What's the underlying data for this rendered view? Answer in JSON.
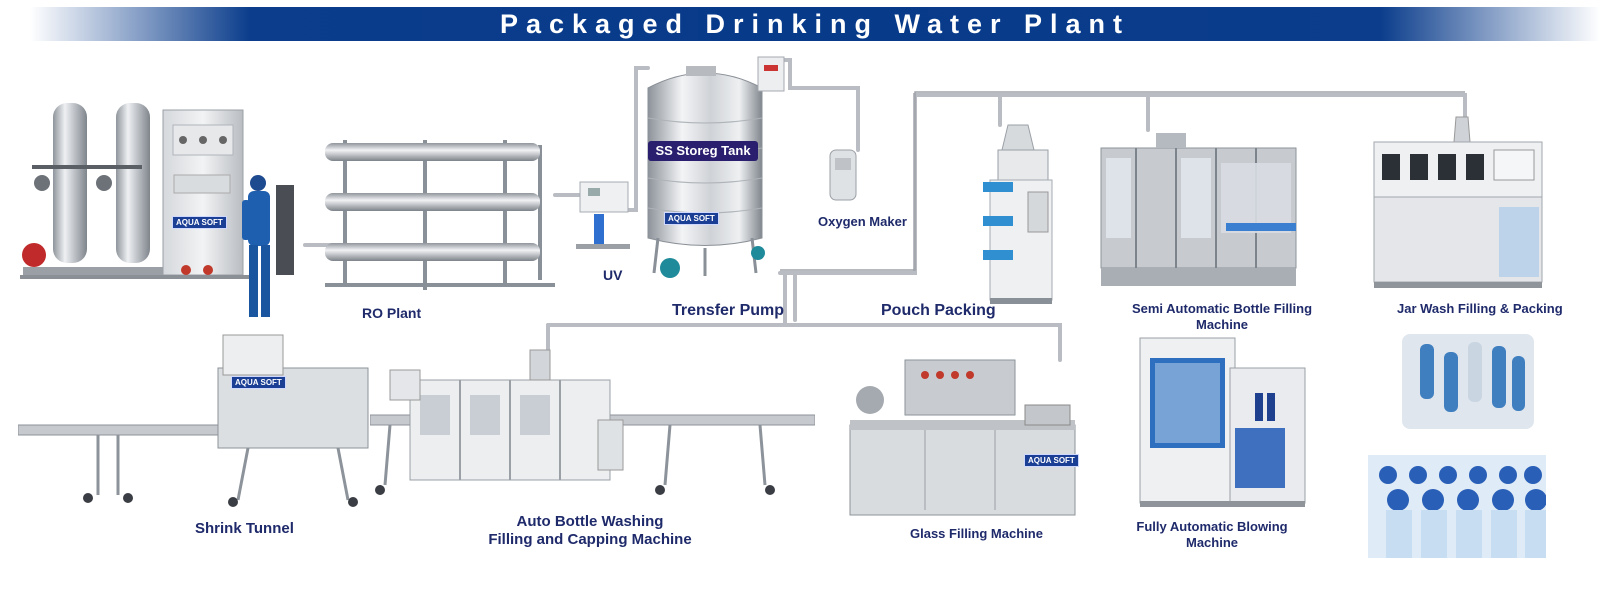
{
  "header": {
    "title": "Packaged Drinking Water Plant"
  },
  "tank_tag": "SS Storeg Tank",
  "brand_badge": "AQUA SOFT",
  "labels": {
    "ro_plant": "RO Plant",
    "uv": "UV",
    "transfer_pump": "Trensfer Pump",
    "oxygen_maker": "Oxygen Maker",
    "pouch_packing": "Pouch Packing",
    "semi_auto_bottle": "Semi Automatic Bottle Filling Machine",
    "jar_wash": "Jar Wash Filling & Packing",
    "shrink_tunnel": "Shrink Tunnel",
    "auto_bottle_line1": "Auto Bottle Washing",
    "auto_bottle_line2": "Filling and Capping Machine",
    "glass_filling": "Glass Filling Machine",
    "fully_auto_blowing": "Fully Automatic Blowing Machine"
  },
  "colors": {
    "banner": "#083a8a",
    "label_text": "#1f2a6b",
    "pipe": "#b9bcc2",
    "steel": "#c9ccd1"
  },
  "icons": [
    "ro-plant-machine-icon",
    "membrane-rack-icon",
    "uv-unit-icon",
    "storage-tank-icon",
    "oxygen-maker-icon",
    "pouch-packing-machine-icon",
    "bottle-filling-machine-icon",
    "jar-wash-machine-icon",
    "shrink-tunnel-icon",
    "washing-filling-capping-icon",
    "glass-filling-machine-icon",
    "blowing-machine-icon",
    "preform-icon",
    "water-bottles-icon",
    "operator-figure-icon"
  ]
}
